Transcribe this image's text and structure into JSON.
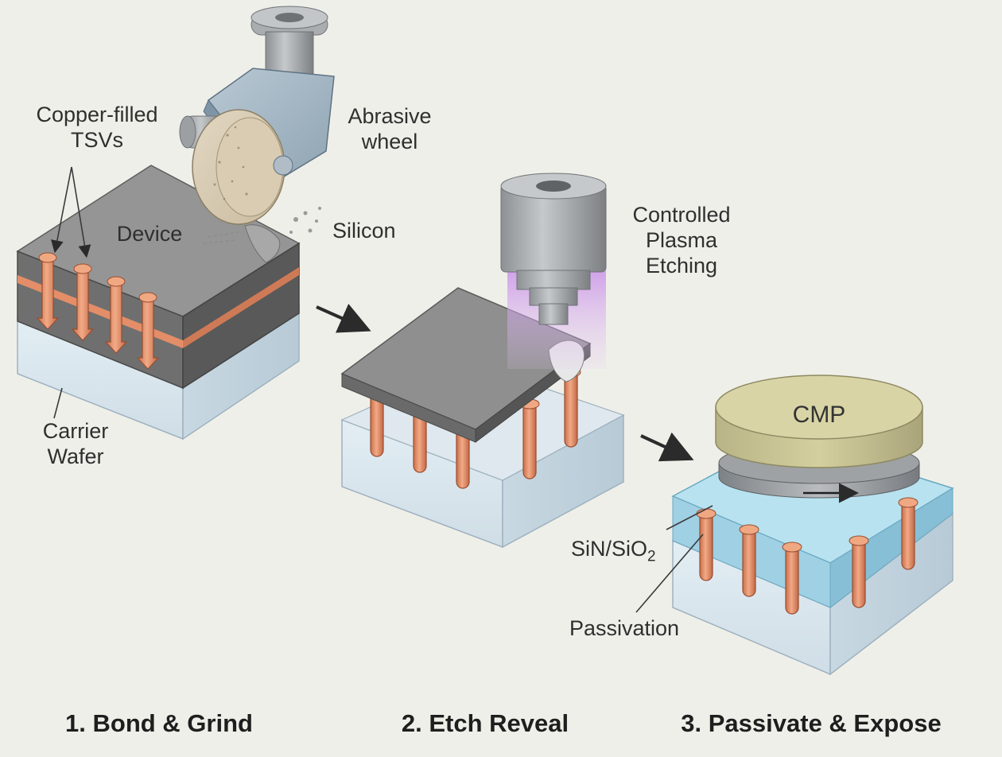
{
  "labels": {
    "tsv_line1": "Copper-filled",
    "tsv_line2": "TSVs",
    "wheel_line1": "Abrasive",
    "wheel_line2": "wheel",
    "device": "Device",
    "silicon": "Silicon",
    "carrier_line1": "Carrier",
    "carrier_line2": "Wafer",
    "plasma_line1": "Controlled",
    "plasma_line2": "Plasma",
    "plasma_line3": "Etching",
    "cmp": "CMP",
    "sin_prefix": "SiN/SiO",
    "sin_sub": "2",
    "passivation": "Passivation"
  },
  "steps": [
    "1. Bond & Grind",
    "2. Etch Reveal",
    "3. Passivate & Expose"
  ],
  "colors": {
    "background": "#efefe9",
    "silicon_gray": "#8a8a8a",
    "copper": "#e38e68",
    "glass": "#d7e3ea",
    "passivation_blue": "#a9d8ea",
    "cmp_pad": "#d8d3a4",
    "plasma_purple": "#c792e8"
  }
}
